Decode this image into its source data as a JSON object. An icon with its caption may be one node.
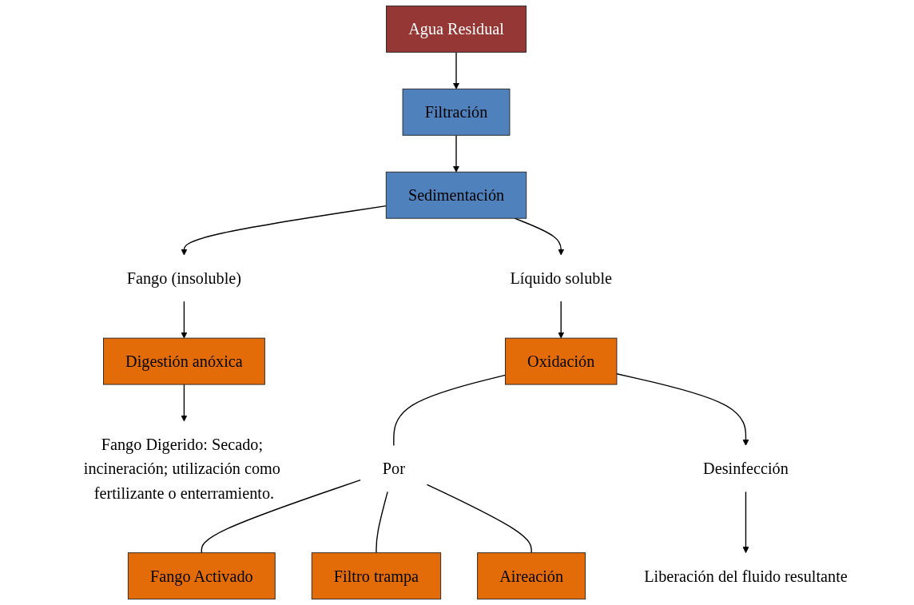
{
  "diagram": {
    "nodes": [
      {
        "text": [
          "Agua Residual"
        ]
      },
      {
        "text": [
          "Filtración"
        ]
      },
      {
        "text": [
          "Sedimentación"
        ]
      },
      {
        "text": [
          "Fango (insoluble)"
        ]
      },
      {
        "text": [
          "Líquido soluble"
        ]
      },
      {
        "text": [
          "Digestión anóxica"
        ]
      },
      {
        "text": [
          "Oxidación"
        ]
      },
      {
        "text": [
          "Por"
        ]
      },
      {
        "text": [
          "Fango Activado"
        ]
      },
      {
        "text": [
          "Filtro trampa"
        ]
      },
      {
        "text": [
          "Aireación"
        ]
      },
      {
        "text": [
          "Fango Digerido: Secado; incineración; utilización como fertilizante o enterramiento."
        ]
      },
      {
        "text": [
          "Desinfección"
        ]
      },
      {
        "text": [
          "Liberación del fluido resultante"
        ]
      }
    ],
    "edges": [
      {
        "from": 0,
        "to": 1,
        "arrow": "to"
      },
      {
        "from": 1,
        "to": 2,
        "arrow": "to"
      },
      {
        "from": 2,
        "to": 3,
        "arrow": "to"
      },
      {
        "from": 2,
        "to": 4,
        "arrow": "to"
      },
      {
        "from": 3,
        "to": 5,
        "arrow": "to"
      },
      {
        "from": 4,
        "to": 6,
        "arrow": "to"
      },
      {
        "from": 6,
        "to": 7,
        "arrow": "none"
      },
      {
        "from": 7,
        "to": 8,
        "arrow": "none"
      },
      {
        "from": 7,
        "to": 9,
        "arrow": "none"
      },
      {
        "from": 7,
        "to": 10,
        "arrow": "none"
      },
      {
        "from": 5,
        "to": 11,
        "arrow": "to"
      },
      {
        "from": 6,
        "to": 12,
        "arrow": "to"
      },
      {
        "from": 12,
        "to": 13,
        "arrow": "to"
      }
    ]
  }
}
